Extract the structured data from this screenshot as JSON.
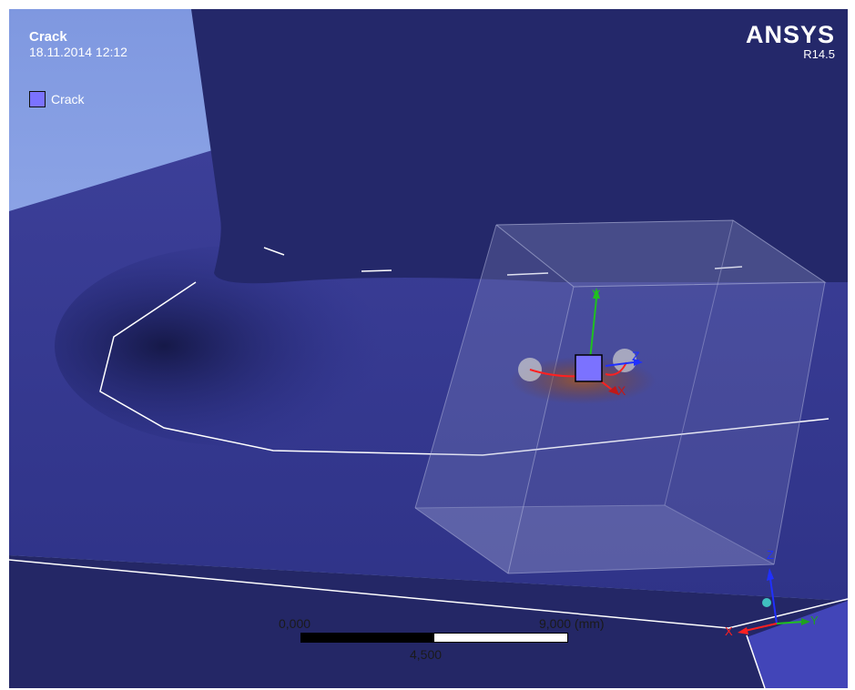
{
  "app": {
    "brand": "ANSYS",
    "version": "R14.5"
  },
  "annotation": {
    "title": "Crack",
    "datetime": "18.11.2014 12:12"
  },
  "legend": {
    "items": [
      {
        "label": "Crack",
        "color": "#7b72ff"
      }
    ]
  },
  "scale_bar": {
    "label_start": "0,000",
    "label_mid": "4,500",
    "label_end": "9,000 (mm)"
  },
  "crack_axes": {
    "x": "X",
    "y": "Y",
    "z": "Z"
  },
  "triad": {
    "x": "X",
    "y": "Y",
    "z": "Z"
  },
  "colors": {
    "background_light": "#8da6e6",
    "model_dark": "#2a2f6e",
    "model_face": "#3a3f9a",
    "crack_marker": "#7b72ff",
    "axis_x": "#ff2020",
    "axis_y": "#20c020",
    "axis_z": "#2030ff"
  }
}
